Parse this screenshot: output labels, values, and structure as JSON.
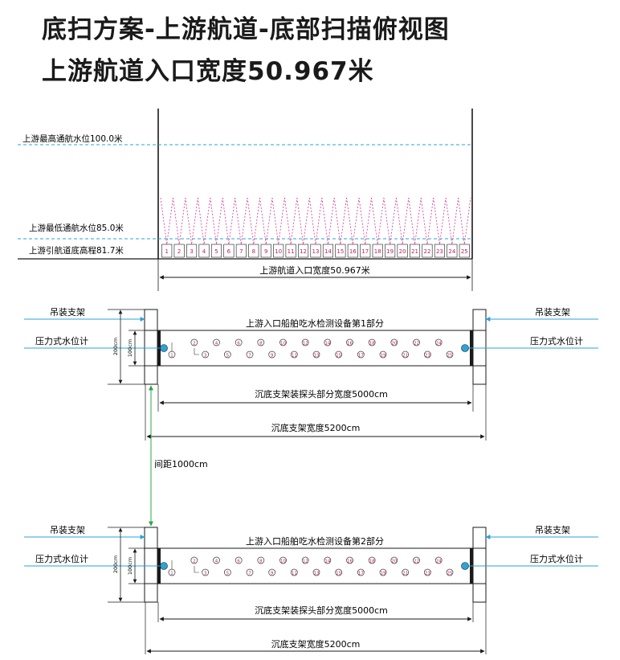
{
  "title": "底扫方案-上游航道-底部扫描俯视图",
  "subtitle": "上游航道入口宽度50.967米",
  "section": {
    "water_levels": {
      "max_navigable": "上游最高通航水位100.0米",
      "min_navigable": "上游最低通航水位85.0米",
      "channel_bottom": "上游引航道底高程81.7米"
    },
    "width_label": "上游航道入口宽度50.967米",
    "beam_cells": [
      "1",
      "2",
      "3",
      "4",
      "5",
      "6",
      "7",
      "8",
      "9",
      "10",
      "11",
      "12",
      "13",
      "14",
      "15",
      "16",
      "17",
      "18",
      "19",
      "20",
      "21",
      "22",
      "23",
      "24",
      "25"
    ]
  },
  "parts": [
    {
      "title": "上游入口船舶吃水检测设备第1部分",
      "left_hoist": "吊装支架",
      "right_hoist": "吊装支架",
      "left_gauge": "压力式水位计",
      "right_gauge": "压力式水位计",
      "dim_outer": "200cm",
      "dim_inner": "100cm",
      "probe_width": "沉底支架装探头部分宽度5000cm",
      "frame_width": "沉底支架宽度5200cm",
      "probes_top": [
        "2",
        "4",
        "6",
        "8",
        "10",
        "12",
        "14",
        "16",
        "18",
        "20",
        "22",
        "24"
      ],
      "probes_bottom": [
        "1",
        "3",
        "5",
        "7",
        "9",
        "11",
        "13",
        "15",
        "17",
        "19",
        "21",
        "23",
        "25"
      ]
    },
    {
      "title": "上游入口船舶吃水检测设备第2部分",
      "left_hoist": "吊装支架",
      "right_hoist": "吊装支架",
      "left_gauge": "压力式水位计",
      "right_gauge": "压力式水位计",
      "dim_outer": "200cm",
      "dim_inner": "100cm",
      "probe_width": "沉底支架装探头部分宽度5000cm",
      "frame_width": "沉底支架宽度5200cm",
      "probes_top": [
        "2",
        "4",
        "6",
        "8",
        "10",
        "12",
        "14",
        "16",
        "18",
        "20",
        "22",
        "24"
      ],
      "probes_bottom": [
        "1",
        "3",
        "5",
        "7",
        "9",
        "11",
        "13",
        "15",
        "17",
        "19",
        "21",
        "23",
        "25"
      ]
    }
  ],
  "spacing_label": "间距1000cm",
  "colors": {
    "water_line": "#2aa3d8",
    "beam": "#d6338f",
    "probe": "#c2185b",
    "spacing": "#28a745",
    "line": "#1a1a1a"
  }
}
